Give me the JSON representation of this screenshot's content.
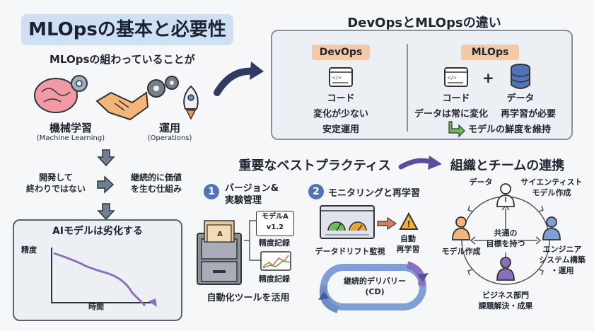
{
  "title": "MLOpsの基本と必要性",
  "subtitle": "MLOpsの組わっていることが",
  "left": {
    "ml_label": "機械学習",
    "ml_sub": "(Machine Learning)",
    "ops_label": "運用",
    "ops_sub": "(Operations)",
    "not_end": "開発して\n終わりではない",
    "value": "継続的に価値\nを生む仕組み",
    "chart_title": "AIモデルは劣化する",
    "chart_ylabel": "精度",
    "chart_xlabel": "時間"
  },
  "compare": {
    "title": "DevOpsとMLOpsの違い",
    "devops": {
      "chip": "DevOps",
      "l1": "コード",
      "l2": "変化が少ない",
      "l3": "安定運用"
    },
    "mlops": {
      "chip": "MLOps",
      "code": "コード",
      "data": "データ",
      "l1": "データは常に変化",
      "l2": "再学習が必要",
      "l3": "モデルの鮮度を維持"
    },
    "plus": "+"
  },
  "best": {
    "title": "重要なベストプラクティス",
    "n1": "1",
    "p1_title": "バージョン&\n実験管理",
    "model_card": "モデルA\nv1.2",
    "record1": "精度記録",
    "record2": "精度記録",
    "tools": "自動化ツールを活用",
    "n2": "2",
    "p2_title": "モニタリングと再学習",
    "drift": "データドリフト監視",
    "retrain": "自動\n再学習",
    "cd": "継続的デリバリー\n(CD)"
  },
  "org": {
    "title": "組織とチームの連携",
    "data_label": "データ",
    "scientist": "サイエンティスト\nモデル作成",
    "model_make": "モデル作成",
    "common": "共通の\n目標を持つ",
    "engineer": "エンジニア\nシステム構築\n・運用",
    "biz": "ビジネス部門\n課題解決・成果"
  }
}
